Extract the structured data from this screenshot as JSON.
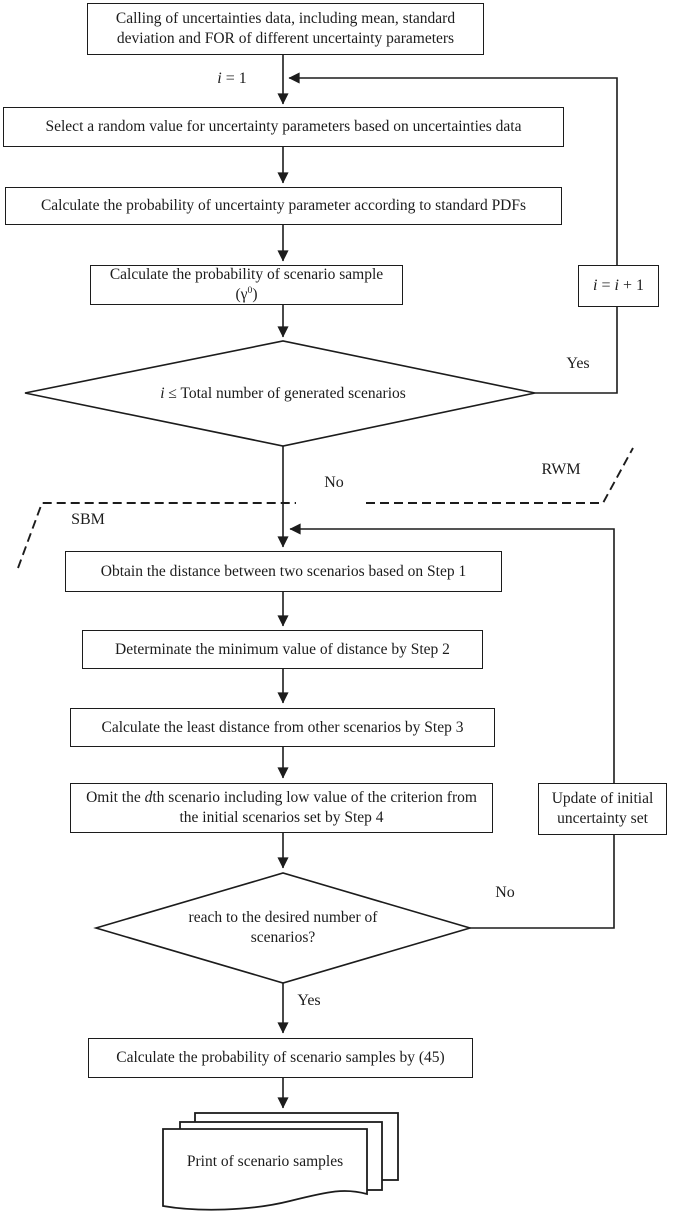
{
  "flowchart": {
    "boxes": {
      "calling": "Calling of uncertainties data, including mean, standard deviation and FOR of different uncertainty parameters",
      "select": "Select a random value for uncertainty parameters based on uncertainties data",
      "calc_prob_param": "Calculate the probability of uncertainty parameter according to standard PDFs",
      "calc_prob_sample": {
        "pre": "Calculate the probability of scenario sample (γ",
        "sup": "0",
        "post": ")"
      },
      "increment": {
        "var1": "i",
        "eq": " = ",
        "var2": "i",
        "end": " + 1"
      },
      "obtain": "Obtain the distance between two scenarios based on Step 1",
      "determinate": "Determinate the minimum value of distance by Step 2",
      "least": "Calculate the least distance from other scenarios by Step 3",
      "omit": {
        "pre": "Omit the ",
        "var": "d",
        "post": "th scenario including low value of the criterion from the initial scenarios set by Step 4"
      },
      "update": "Update of initial uncertainty set",
      "calc45": "Calculate the probability of scenario samples by (45)",
      "print": "Print of scenario samples"
    },
    "decisions": {
      "d1": {
        "var": "i",
        "rest": " ≤ Total number of generated scenarios"
      },
      "d2": "reach to the desired number of scenarios?"
    },
    "labels": {
      "init": {
        "var": "i",
        "rest": " = 1"
      },
      "yes1": "Yes",
      "no1": "No",
      "yes2": "Yes",
      "no2": "No",
      "sbm": "SBM",
      "rwm": "RWM"
    },
    "colors": {
      "line": "#1c1c1c",
      "text": "#1c1c1c",
      "background": "#ffffff"
    }
  }
}
